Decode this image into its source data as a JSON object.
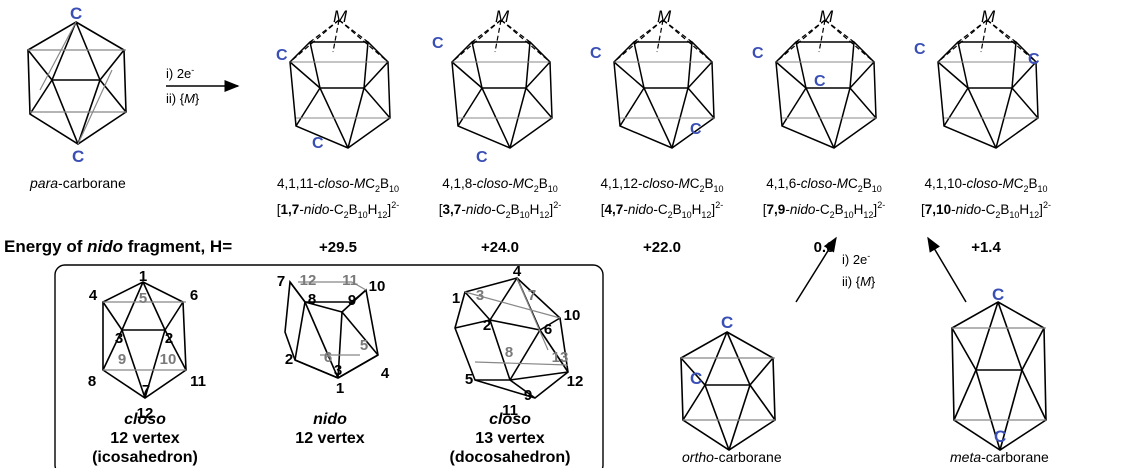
{
  "para": {
    "c_top": "C",
    "c_bottom": "C",
    "name_italic": "para",
    "name_rest": "-carborane"
  },
  "arrow_top": {
    "step1": "i) 2e",
    "step1_sup": "-",
    "step2_a": "ii) {",
    "step2_m": "M",
    "step2_b": "}"
  },
  "energy_label": {
    "a": "Energy of ",
    "b": "nido",
    "c": " fragment, H="
  },
  "products": [
    {
      "m": "M",
      "closo_num": "4,1,11-",
      "closo_word": "closo",
      "nido_num": "1,7",
      "energy": "+29.5"
    },
    {
      "m": "M",
      "closo_num": "4,1,8-",
      "closo_word": "closo",
      "nido_num": "3,7",
      "energy": "+24.0"
    },
    {
      "m": "M",
      "closo_num": "4,1,12-",
      "closo_word": "closo",
      "nido_num": "4,7",
      "energy": "+22.0"
    },
    {
      "m": "M",
      "closo_num": "4,1,6-",
      "closo_word": "closo",
      "nido_num": "7,9",
      "energy": "0.0"
    },
    {
      "m": "M",
      "closo_num": "4,1,10-",
      "closo_word": "closo",
      "nido_num": "7,10",
      "energy": "+1.4"
    }
  ],
  "formula_parts": {
    "mc": "MC",
    "two": "2",
    "b": "B",
    "ten": "10",
    "nido": "nido",
    "c2b10h12_c": "C",
    "h": "H",
    "twelve": "12",
    "charge": "2-",
    "dash": "-"
  },
  "c_label": "C",
  "arrow_bottom": {
    "step1": "i) 2e",
    "step1_sup": "-",
    "step2_a": "ii) {",
    "step2_m": "M",
    "step2_b": "}"
  },
  "ortho": {
    "c1": "C",
    "c2": "C",
    "name_italic": "ortho",
    "name_rest": "-carborane"
  },
  "meta": {
    "c1": "C",
    "c2": "C",
    "name_italic": "meta",
    "name_rest": "-carborane"
  },
  "box": {
    "closo12": {
      "title": "closo",
      "line2": "12 vertex",
      "line3": "(icosahedron)",
      "nums": [
        "1",
        "5",
        "4",
        "6",
        "3",
        "2",
        "9",
        "10",
        "8",
        "11",
        "7",
        "12"
      ]
    },
    "nido12": {
      "title": "nido",
      "line2": "12 vertex",
      "nums": [
        "7",
        "12",
        "11",
        "10",
        "8",
        "9",
        "6",
        "5",
        "2",
        "3",
        "4",
        "1"
      ]
    },
    "closo13": {
      "title": "closo",
      "line2": "13 vertex",
      "line3": "(docosahedron)",
      "nums": [
        "4",
        "1",
        "3",
        "7",
        "10",
        "2",
        "6",
        "8",
        "13",
        "5",
        "12",
        "9",
        "11"
      ]
    }
  },
  "colors": {
    "carbon": "#3a4fb5",
    "inner": "#888888",
    "gray_num": "#7a7a7a"
  }
}
